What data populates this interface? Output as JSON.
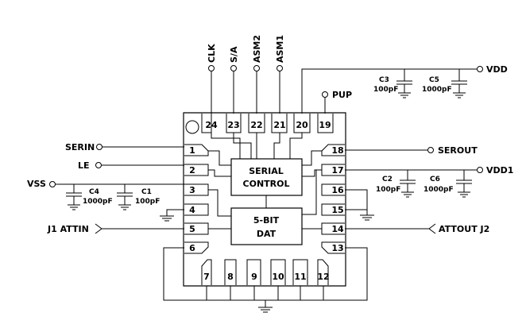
{
  "pins": {
    "p1": "1",
    "p2": "2",
    "p3": "3",
    "p4": "4",
    "p5": "5",
    "p6": "6",
    "p7": "7",
    "p8": "8",
    "p9": "9",
    "p10": "10",
    "p11": "11",
    "p12": "12",
    "p13": "13",
    "p14": "14",
    "p15": "15",
    "p16": "16",
    "p17": "17",
    "p18": "18",
    "p19": "19",
    "p20": "20",
    "p21": "21",
    "p22": "22",
    "p23": "23",
    "p24": "24"
  },
  "blocks": {
    "serial_line1": "SERIAL",
    "serial_line2": "CONTROL",
    "dat_line1": "5-BIT",
    "dat_line2": "DAT"
  },
  "signals": {
    "clk": "CLK",
    "sa": "S/A",
    "asm2": "ASM2",
    "asm1": "ASM1",
    "vdd": "VDD",
    "pup": "PUP",
    "serin": "SERIN",
    "le": "LE",
    "vss": "VSS",
    "j1_attin": "J1  ATTIN",
    "serout": "SEROUT",
    "vdd1": "VDD1",
    "attout_j2": "ATTOUT  J2"
  },
  "caps": {
    "c3_name": "C3",
    "c3_value": "100pF",
    "c5_name": "C5",
    "c5_value": "1000pF",
    "c4_name": "C4",
    "c4_value": "1000pF",
    "c1_name": "C1",
    "c1_value": "100pF",
    "c2_name": "C2",
    "c2_value": "100pF",
    "c6_name": "C6",
    "c6_value": "1000pF"
  }
}
